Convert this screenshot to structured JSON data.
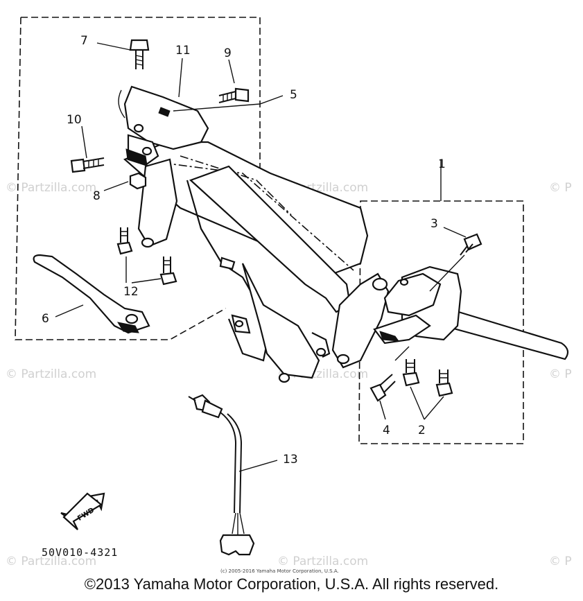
{
  "diagram": {
    "callouts": {
      "c1": "1",
      "c2": "2",
      "c3": "3",
      "c4": "4",
      "c5": "5",
      "c6": "6",
      "c7": "7",
      "c8": "8",
      "c9": "9",
      "c10": "10",
      "c11": "11",
      "c12": "12",
      "c13": "13"
    },
    "fwd_label": "FWD",
    "part_code": "50V010-4321",
    "small_copyright": "(c) 2005-2016 Yamaha Motor Corporation, U.S.A.",
    "watermark": "© Partzilla.com",
    "watermark_partial": "© P"
  },
  "footer": {
    "copyright": "©2013 Yamaha Motor Corporation, U.S.A. All rights reserved."
  }
}
